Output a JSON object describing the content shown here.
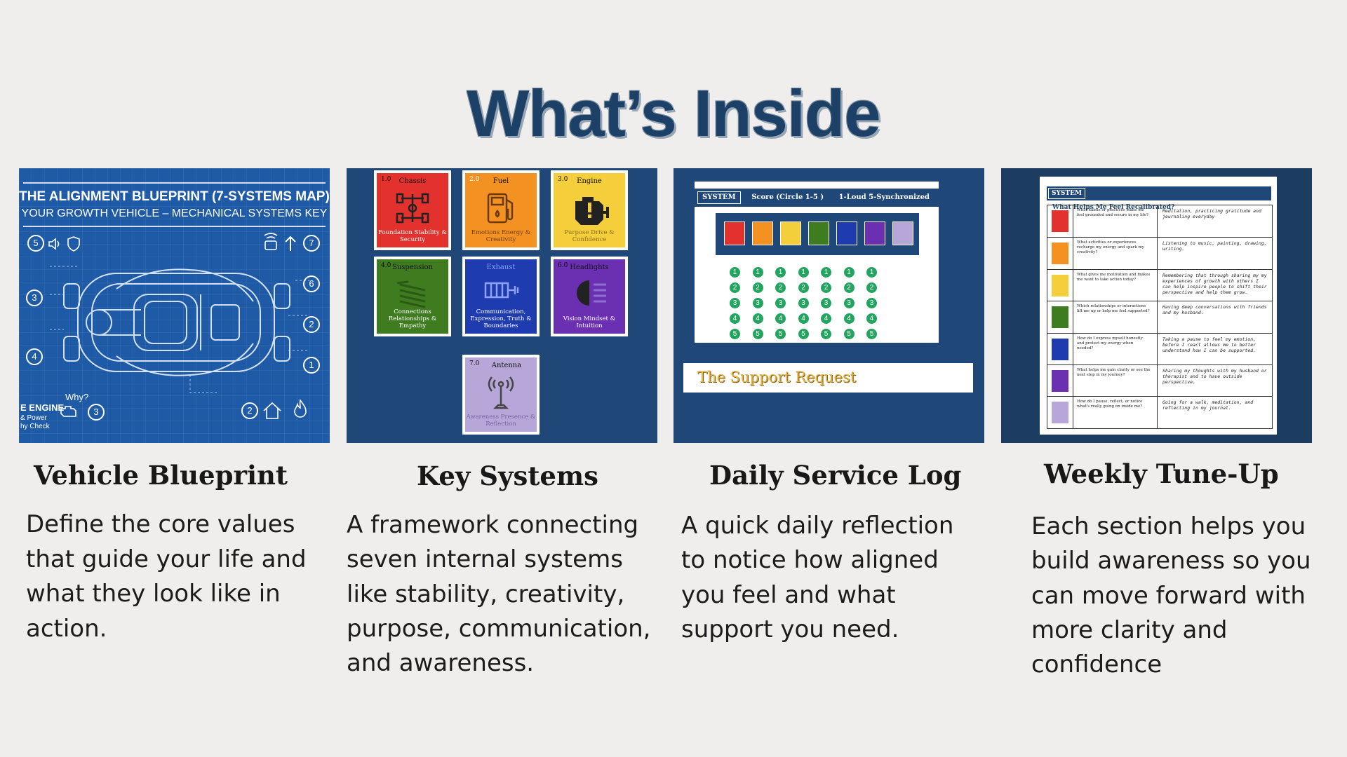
{
  "page": {
    "title": "What’s Inside"
  },
  "colors": {
    "title": "#1d4166",
    "panel_navy": "#1f4777",
    "blueprint_blue": "#1e5aa6",
    "chassis_red": "#e3322d",
    "fuel_orange": "#f39222",
    "engine_yellow": "#f4cf3b",
    "suspension_green": "#3f7b1f",
    "exhaust_blue": "#1f3bb0",
    "headlights_purple": "#6b2fb2",
    "antenna_lavender": "#b7a7d8",
    "score_green": "#23a45f",
    "support_gold": "#e3b23b"
  },
  "cards": [
    {
      "title": "Vehicle Blueprint",
      "description": "Define the core values that guide your life and what they look like in action.",
      "image": {
        "heading": "THE ALIGNMENT BLUEPRINT (7-SYSTEMS MAP)",
        "subheading": "YOUR GROWTH VEHICLE – MECHANICAL SYSTEMS KEY",
        "engine_label_1": "E ENGINE",
        "engine_label_2": "& Power",
        "engine_label_3": "hy Check",
        "why_label": "Why?",
        "callouts": [
          "5",
          "7",
          "3",
          "6",
          "2",
          "4",
          "1",
          "3",
          "2"
        ],
        "icons": [
          "speaker-icon",
          "shield-icon",
          "antenna-icon",
          "arrow-up-icon",
          "engine-icon",
          "house-icon",
          "flame-icon",
          "car-blueprint-icon"
        ]
      }
    },
    {
      "title": "Key Systems",
      "description": "A framework connecting seven internal systems like stability, creativity, purpose, communication, and awareness.",
      "image": {
        "tiles": [
          {
            "num": "1.0",
            "name": "Chassis",
            "sub": "Foundation Stability & Security",
            "color": "#e3322d",
            "icon": "chassis-icon"
          },
          {
            "num": "2.0",
            "name": "Fuel",
            "sub": "Emotions Energy & Creativity",
            "color": "#f39222",
            "icon": "fuel-pump-icon"
          },
          {
            "num": "3.0",
            "name": "Engine",
            "sub": "Purpose Drive & Confidence",
            "color": "#f4cf3b",
            "icon": "engine-warning-icon"
          },
          {
            "num": "4.0",
            "name": "Suspension",
            "sub": "Connections Relationships & Empathy",
            "color": "#3f7b1f",
            "icon": "spring-icon"
          },
          {
            "num": "",
            "name": "Exhaust",
            "sub": "Communication, Expression, Truth & Boundaries",
            "color": "#1f3bb0",
            "icon": "exhaust-icon"
          },
          {
            "num": "6.0",
            "name": "Headlights",
            "sub": "Vision Mindset & Intuition",
            "color": "#6b2fb2",
            "icon": "headlight-icon"
          },
          {
            "num": "7.0",
            "name": "Antenna",
            "sub": "Awareness Presence & Reflection",
            "color": "#b7a7d8",
            "icon": "antenna-icon"
          }
        ]
      }
    },
    {
      "title": "Daily Service Log",
      "description": "A quick daily reflection to notice how aligned you feel and what support you need.",
      "image": {
        "system_label": "SYSTEM",
        "score_label": "Score (Circle 1-5 )",
        "scale_label": "1-Loud 5-Synchronized",
        "score_values": [
          "1",
          "2",
          "3",
          "4",
          "5"
        ],
        "support_label": "The Support Request"
      }
    },
    {
      "title": "Weekly Tune-Up",
      "description": "Each section helps you build awareness so you can move forward with more clarity and confidence",
      "image": {
        "system_label": "SYSTEM",
        "header_question": "What Helps Me Feel Recalibrated?",
        "rows": [
          {
            "q": "What habits or practices make me feel grounded and secure in my life?",
            "a": "Meditation, practicing gratitude and journaling everyday"
          },
          {
            "q": "What activities or experiences recharge my energy and spark my creativity?",
            "a": "Listening to music, painting, drawing, writing."
          },
          {
            "q": "What gives me motivation and makes me want to take action today?",
            "a": "Remembering that through sharing my my experiences of growth with others I can help inspire people to shift their perspective and help them grow."
          },
          {
            "q": "Which relationships or interactions lift me up or help me feel supported?",
            "a": "Having deep conversations with friends and my husband."
          },
          {
            "q": "How do I express myself honestly and protect my energy when needed?",
            "a": "Taking a pause to feel my emotion, before I react allows me to better understand how I can be supported."
          },
          {
            "q": "What helps me gain clarity or see the next step in my journey?",
            "a": "Sharing my thoughts with my husband or therapist and to have outside perspective."
          },
          {
            "q": "How do I pause, reflect, or notice what's really going on inside me?",
            "a": "Going for a walk, meditation, and reflecting in my journal."
          }
        ]
      }
    }
  ]
}
